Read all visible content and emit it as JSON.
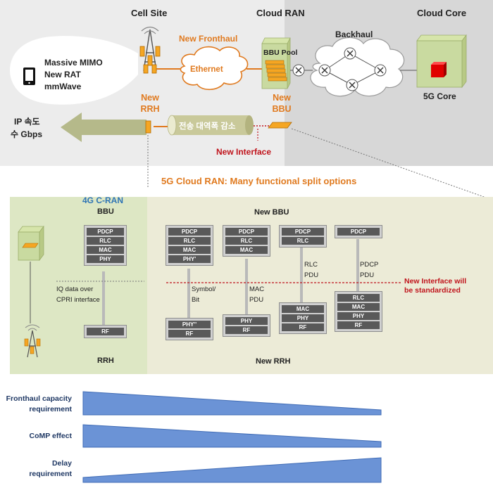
{
  "top": {
    "cell_site": "Cell Site",
    "cloud_ran": "Cloud RAN",
    "cloud_core": "Cloud Core",
    "new_fronthaul": "New Fronthaul",
    "ethernet": "Ethernet",
    "bbu_pool": "BBU Pool",
    "backhaul": "Backhaul",
    "core_label": "5G Core",
    "device_lines": [
      "Massive MIMO",
      "New RAT",
      "mmWave"
    ],
    "new_rrh": [
      "New",
      "RRH"
    ],
    "new_bbu": [
      "New",
      "BBU"
    ],
    "ip_speed": [
      "IP 속도",
      "수 Gbps"
    ],
    "bandwidth_reduction": "전송 대역폭 감소",
    "new_interface": "New Interface"
  },
  "split_title": "5G Cloud RAN: Many functional split options",
  "middle": {
    "c_ran_title": "4G C-RAN",
    "bbu_label": "BBU",
    "rrh_label": "RRH",
    "new_bbu_label": "New BBU",
    "new_rrh_label": "New RRH",
    "iq_text": [
      "IQ data over",
      "CPRI interface"
    ],
    "std_note": [
      "New Interface will",
      "be standardized"
    ],
    "c_ran_upper": [
      "PDCP",
      "RLC",
      "MAC",
      "PHY"
    ],
    "c_ran_lower": [
      "RF"
    ],
    "options": [
      {
        "upper": [
          "PDCP",
          "RLC",
          "MAC",
          "PHY'"
        ],
        "lower": [
          "PHY''",
          "RF"
        ],
        "interface": [
          "Symbol/",
          "Bit"
        ]
      },
      {
        "upper": [
          "PDCP",
          "RLC",
          "MAC"
        ],
        "lower": [
          "PHY",
          "RF"
        ],
        "interface": [
          "MAC",
          "PDU"
        ]
      },
      {
        "upper": [
          "PDCP",
          "RLC"
        ],
        "lower": [
          "MAC",
          "PHY",
          "RF"
        ],
        "interface": [
          "RLC",
          "PDU"
        ]
      },
      {
        "upper": [
          "PDCP"
        ],
        "lower": [
          "RLC",
          "MAC",
          "PHY",
          "RF"
        ],
        "interface": [
          "PDCP",
          "PDU"
        ]
      }
    ]
  },
  "metrics": [
    {
      "label": [
        "Fronthaul capacity",
        "requirement"
      ],
      "trend": "decreasing"
    },
    {
      "label": [
        "CoMP effect"
      ],
      "trend": "decreasing"
    },
    {
      "label": [
        "Delay",
        "requirement"
      ],
      "trend": "increasing"
    }
  ],
  "colors": {
    "accent_orange": "#e07a1f",
    "accent_red": "#c0141c",
    "accent_blue": "#2e74b5",
    "wedge_blue": "#6b93d6",
    "panel_beige": "#ecebd7",
    "panel_green": "#dde7c4"
  }
}
